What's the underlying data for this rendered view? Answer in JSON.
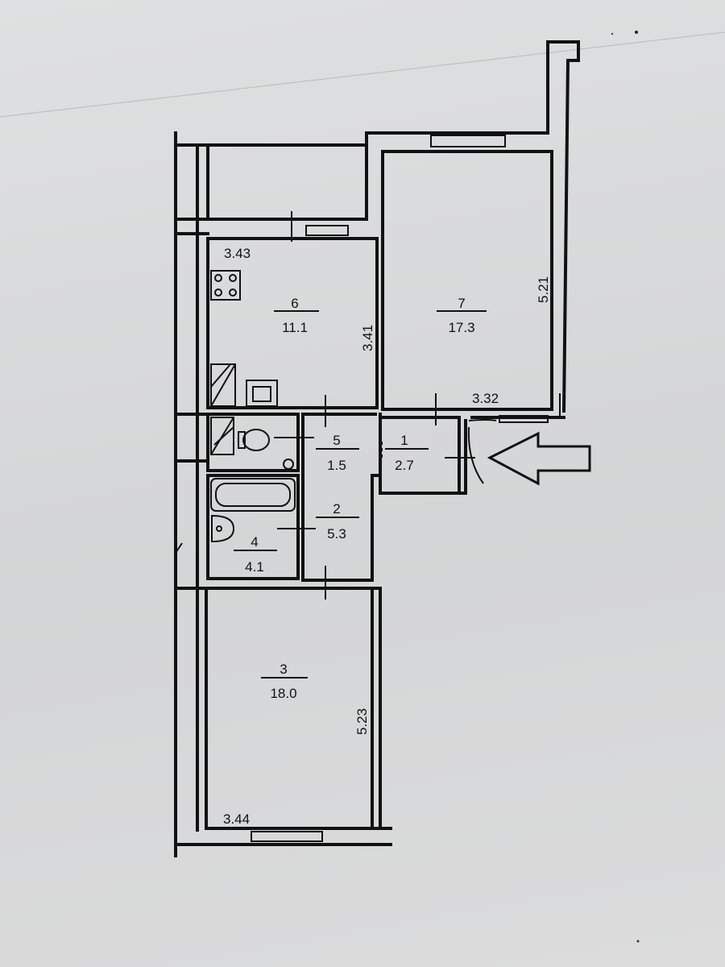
{
  "rooms": [
    {
      "number": "1",
      "area": "2.7"
    },
    {
      "number": "2",
      "area": "5.3"
    },
    {
      "number": "3",
      "area": "18.0"
    },
    {
      "number": "4",
      "area": "4.1"
    },
    {
      "number": "5",
      "area": "1.5"
    },
    {
      "number": "6",
      "area": "11.1"
    },
    {
      "number": "7",
      "area": "17.3"
    }
  ],
  "dimensions": {
    "kitchen_width": "3.43",
    "kitchen_depth": "3.41",
    "room7_depth": "5.21",
    "room7_width": "3.32",
    "room3_depth": "5.23",
    "room3_width": "3.44"
  },
  "entrance": {
    "icon": "entrance-arrow-icon"
  }
}
